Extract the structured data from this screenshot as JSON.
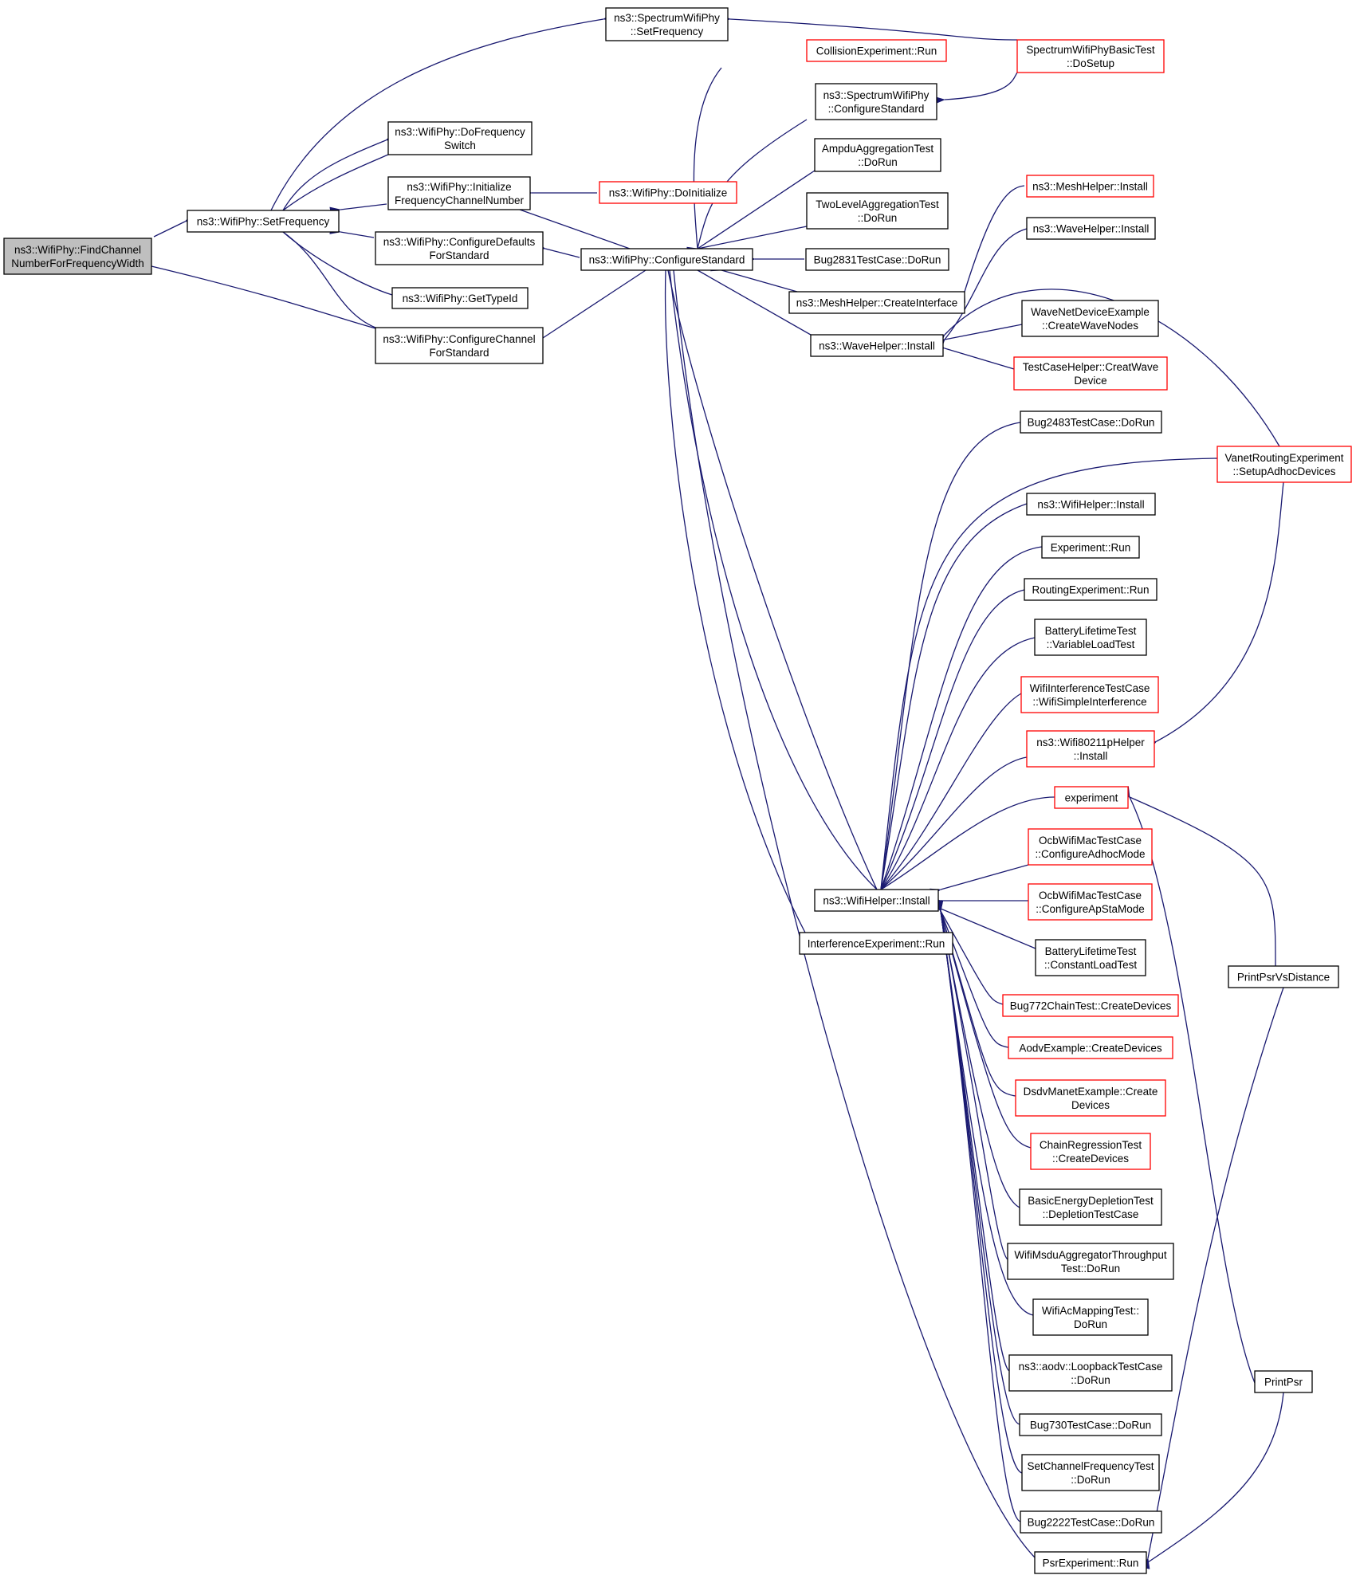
{
  "graph": {
    "colors": {
      "edge": "#191970",
      "focus_fill": "#bfbfbf",
      "node_fill": "#ffffff",
      "normal_border": "#000000",
      "truncated_border": "#ff0000"
    },
    "nodes": [
      {
        "id": "find_channel",
        "lines": [
          "ns3::WifiPhy::FindChannel",
          "NumberForFrequencyWidth"
        ],
        "style": "focus"
      },
      {
        "id": "set_frequency",
        "lines": [
          "ns3::WifiPhy::SetFrequency"
        ],
        "style": "normal"
      },
      {
        "id": "spectrum_set_frequency",
        "lines": [
          "ns3::SpectrumWifiPhy",
          "::SetFrequency"
        ],
        "style": "normal"
      },
      {
        "id": "do_frequency_switch",
        "lines": [
          "ns3::WifiPhy::DoFrequency",
          "Switch"
        ],
        "style": "normal"
      },
      {
        "id": "initialize_fcn",
        "lines": [
          "ns3::WifiPhy::Initialize",
          "FrequencyChannelNumber"
        ],
        "style": "normal"
      },
      {
        "id": "configure_defaults",
        "lines": [
          "ns3::WifiPhy::ConfigureDefaults",
          "ForStandard"
        ],
        "style": "normal"
      },
      {
        "id": "get_type_id",
        "lines": [
          "ns3::WifiPhy::GetTypeId"
        ],
        "style": "normal"
      },
      {
        "id": "configure_channel",
        "lines": [
          "ns3::WifiPhy::ConfigureChannel",
          "ForStandard"
        ],
        "style": "normal"
      },
      {
        "id": "do_initialize",
        "lines": [
          "ns3::WifiPhy::DoInitialize"
        ],
        "style": "truncated"
      },
      {
        "id": "configure_standard",
        "lines": [
          "ns3::WifiPhy::ConfigureStandard"
        ],
        "style": "normal"
      },
      {
        "id": "collision_run",
        "lines": [
          "CollisionExperiment::Run"
        ],
        "style": "truncated"
      },
      {
        "id": "spectrum_configure_standard",
        "lines": [
          "ns3::SpectrumWifiPhy",
          "::ConfigureStandard"
        ],
        "style": "normal"
      },
      {
        "id": "spectrum_basic_setup",
        "lines": [
          "SpectrumWifiPhyBasicTest",
          "::DoSetup"
        ],
        "style": "truncated"
      },
      {
        "id": "ampdu_run",
        "lines": [
          "AmpduAggregationTest",
          "::DoRun"
        ],
        "style": "normal"
      },
      {
        "id": "twolevel_run",
        "lines": [
          "TwoLevelAggregationTest",
          "::DoRun"
        ],
        "style": "normal"
      },
      {
        "id": "bug2831_run",
        "lines": [
          "Bug2831TestCase::DoRun"
        ],
        "style": "normal"
      },
      {
        "id": "mesh_create_interface",
        "lines": [
          "ns3::MeshHelper::CreateInterface"
        ],
        "style": "normal"
      },
      {
        "id": "wave_helper_install",
        "lines": [
          "ns3::WaveHelper::Install"
        ],
        "style": "normal"
      },
      {
        "id": "mesh_install",
        "lines": [
          "ns3::MeshHelper::Install"
        ],
        "style": "truncated"
      },
      {
        "id": "wave_helper_install_2",
        "lines": [
          "ns3::WaveHelper::Install"
        ],
        "style": "normal"
      },
      {
        "id": "wave_net_device",
        "lines": [
          "WaveNetDeviceExample",
          "::CreateWaveNodes"
        ],
        "style": "normal"
      },
      {
        "id": "creat_wave_device",
        "lines": [
          "TestCaseHelper::CreatWave",
          "Device"
        ],
        "style": "truncated"
      },
      {
        "id": "bug2483_run",
        "lines": [
          "Bug2483TestCase::DoRun"
        ],
        "style": "normal"
      },
      {
        "id": "vanet_setup",
        "lines": [
          "VanetRoutingExperiment",
          "::SetupAdhocDevices"
        ],
        "style": "truncated"
      },
      {
        "id": "wifi_helper_install_right",
        "lines": [
          "ns3::WifiHelper::Install"
        ],
        "style": "normal"
      },
      {
        "id": "experiment_run",
        "lines": [
          "Experiment::Run"
        ],
        "style": "normal"
      },
      {
        "id": "routing_run",
        "lines": [
          "RoutingExperiment::Run"
        ],
        "style": "normal"
      },
      {
        "id": "battery_variable",
        "lines": [
          "BatteryLifetimeTest",
          "::VariableLoadTest"
        ],
        "style": "normal"
      },
      {
        "id": "interference_simple",
        "lines": [
          "WifiInterferenceTestCase",
          "::WifiSimpleInterference"
        ],
        "style": "truncated"
      },
      {
        "id": "wifi80211p_install",
        "lines": [
          "ns3::Wifi80211pHelper",
          "::Install"
        ],
        "style": "truncated"
      },
      {
        "id": "experiment",
        "lines": [
          "experiment"
        ],
        "style": "truncated"
      },
      {
        "id": "ocb_adhoc",
        "lines": [
          "OcbWifiMacTestCase",
          "::ConfigureAdhocMode"
        ],
        "style": "truncated"
      },
      {
        "id": "wifi_helper_install",
        "lines": [
          "ns3::WifiHelper::Install"
        ],
        "style": "normal"
      },
      {
        "id": "ocb_apsta",
        "lines": [
          "OcbWifiMacTestCase",
          "::ConfigureApStaMode"
        ],
        "style": "truncated"
      },
      {
        "id": "interference_run",
        "lines": [
          "InterferenceExperiment::Run"
        ],
        "style": "normal"
      },
      {
        "id": "battery_constant",
        "lines": [
          "BatteryLifetimeTest",
          "::ConstantLoadTest"
        ],
        "style": "normal"
      },
      {
        "id": "print_psr_vs_distance",
        "lines": [
          "PrintPsrVsDistance"
        ],
        "style": "normal"
      },
      {
        "id": "bug772_create",
        "lines": [
          "Bug772ChainTest::CreateDevices"
        ],
        "style": "truncated"
      },
      {
        "id": "aodv_example_create",
        "lines": [
          "AodvExample::CreateDevices"
        ],
        "style": "truncated"
      },
      {
        "id": "dsdv_create",
        "lines": [
          "DsdvManetExample::Create",
          "Devices"
        ],
        "style": "truncated"
      },
      {
        "id": "chain_regression_create",
        "lines": [
          "ChainRegressionTest",
          "::CreateDevices"
        ],
        "style": "truncated"
      },
      {
        "id": "energy_depletion",
        "lines": [
          "BasicEnergyDepletionTest",
          "::DepletionTestCase"
        ],
        "style": "normal"
      },
      {
        "id": "msdu_aggregator_run",
        "lines": [
          "WifiMsduAggregatorThroughput",
          "Test::DoRun"
        ],
        "style": "normal"
      },
      {
        "id": "ac_mapping_run",
        "lines": [
          "WifiAcMappingTest::",
          "DoRun"
        ],
        "style": "normal"
      },
      {
        "id": "aodv_loopback_run",
        "lines": [
          "ns3::aodv::LoopbackTestCase",
          "::DoRun"
        ],
        "style": "normal"
      },
      {
        "id": "print_psr",
        "lines": [
          "PrintPsr"
        ],
        "style": "normal"
      },
      {
        "id": "bug730_run",
        "lines": [
          "Bug730TestCase::DoRun"
        ],
        "style": "normal"
      },
      {
        "id": "set_channel_freq_run",
        "lines": [
          "SetChannelFrequencyTest",
          "::DoRun"
        ],
        "style": "normal"
      },
      {
        "id": "bug2222_run",
        "lines": [
          "Bug2222TestCase::DoRun"
        ],
        "style": "normal"
      },
      {
        "id": "psr_experiment_run",
        "lines": [
          "PsrExperiment::Run"
        ],
        "style": "normal"
      }
    ]
  }
}
